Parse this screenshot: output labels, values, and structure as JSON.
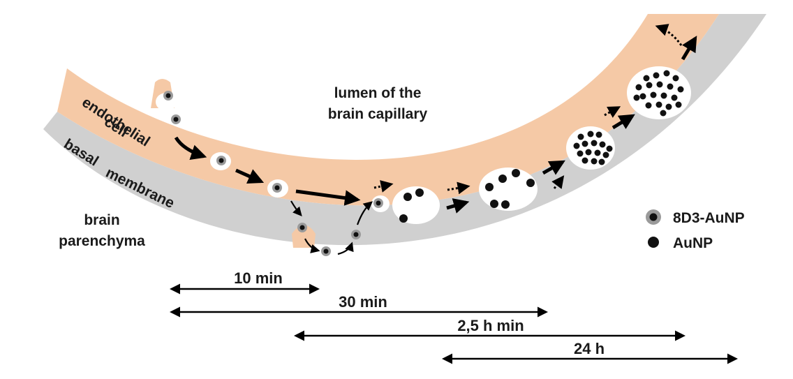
{
  "labels": {
    "lumen": [
      "lumen of the",
      "brain capillary"
    ],
    "endothelial": [
      "endothelial",
      "cell"
    ],
    "basal": [
      "basal",
      "membrane"
    ],
    "parenchyma": [
      "brain",
      "parenchyma"
    ]
  },
  "legend": [
    {
      "symbol": "ringed-particle",
      "label": "8D3-AuNP"
    },
    {
      "symbol": "solid-particle",
      "label": "AuNP"
    }
  ],
  "timeline": [
    {
      "label": "10 min"
    },
    {
      "label": "30 min"
    },
    {
      "label": "2,5 h min"
    },
    {
      "label": "24 h"
    }
  ],
  "colors": {
    "cell": "#f5c9a6",
    "membrane": "#d0d0d0",
    "vesicle": "#ffffff",
    "particle": "#111111",
    "shell": "#9a9a9a"
  }
}
